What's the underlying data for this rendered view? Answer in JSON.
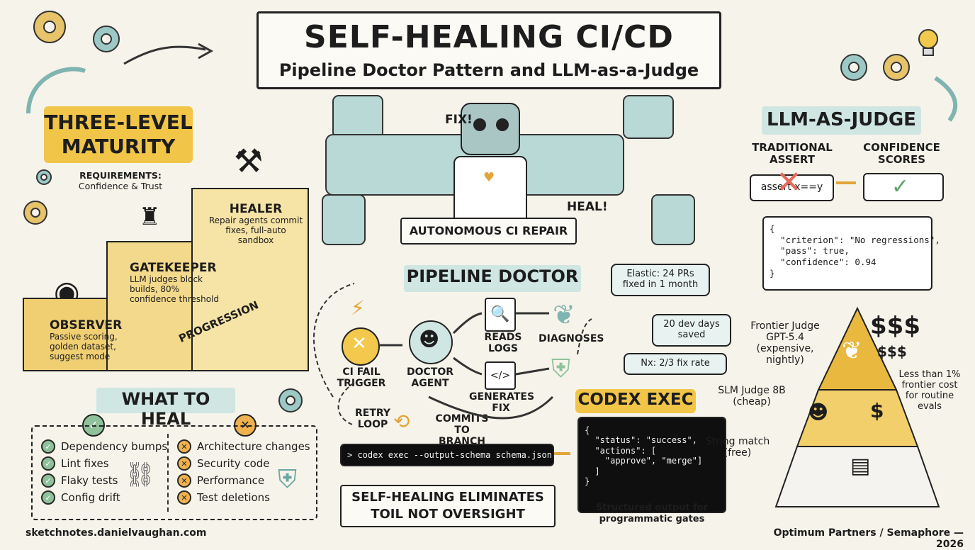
{
  "title": {
    "main": "SELF-HEALING CI/CD",
    "subtitle": "Pipeline Doctor Pattern and LLM-as-a-Judge"
  },
  "robot": {
    "fix": "FIX!",
    "heal": "HEAL!",
    "banner": "AUTONOMOUS CI REPAIR"
  },
  "maturity": {
    "title_line1": "THREE-LEVEL",
    "title_line2": "MATURITY",
    "requirements_title": "REQUIREMENTS:",
    "requirements_text": "Confidence & Trust",
    "progression": "PROGRESSION",
    "healer": {
      "title": "HEALER",
      "text": "Repair agents commit fixes, full-auto sandbox"
    },
    "gatekeeper": {
      "title": "GATEKEEPER",
      "text": "LLM judges block builds, 80% confidence threshold"
    },
    "observer": {
      "title": "OBSERVER",
      "text": "Passive scoring, golden dataset, suggest mode"
    }
  },
  "heal": {
    "title": "WHAT TO HEAL",
    "good": [
      "Dependency bumps",
      "Lint fixes",
      "Flaky tests",
      "Config drift"
    ],
    "bad": [
      "Architecture changes",
      "Security code",
      "Performance",
      "Test deletions"
    ],
    "good_icon": "check-icon",
    "bad_icon": "x-icon"
  },
  "doctor": {
    "title": "PIPELINE DOCTOR",
    "ci_fail": "CI FAIL TRIGGER",
    "agent": "DOCTOR AGENT",
    "reads": "READS LOGS",
    "diagnoses": "DIAGNOSES",
    "generates": "GENERATES FIX",
    "commits": "COMMITS TO BRANCH",
    "retry": "RETRY LOOP"
  },
  "stats": {
    "elastic": "Elastic: 24 PRs fixed in 1 month",
    "saved": "20 dev days saved",
    "nx": "Nx: 2/3 fix rate"
  },
  "codex": {
    "title": "CODEX EXEC",
    "command": "> codex exec --output-schema schema.json",
    "output_lines": [
      "{",
      "  \"status\": \"success\",",
      "  \"actions\": [",
      "    \"approve\", \"merge\"]",
      "  ]",
      "}"
    ],
    "caption": "Structured output for programmatic gates"
  },
  "footer_banner": {
    "line1": "SELF-HEALING ELIMINATES",
    "line2": "TOIL NOT OVERSIGHT"
  },
  "judge": {
    "title": "LLM-AS-JUDGE",
    "traditional": "TRADITIONAL ASSERT",
    "assert_code": "assert x==y",
    "confidence": "CONFIDENCE SCORES",
    "json_lines": [
      "{",
      "  \"criterion\": \"No regressions\",",
      "  \"pass\": true,",
      "  \"confidence\": 0.94",
      "}"
    ],
    "frontier": "Frontier Judge GPT-5.4 (expensive, nightly)",
    "slm": "SLM Judge 8B (cheap)",
    "string": "String match (free)",
    "cost": "Less than 1% frontier cost for routine evals",
    "dollars_big": "$$$",
    "dollars_small": "$$$",
    "dollar_single": "$"
  },
  "footer": {
    "left": "sketchnotes.danielvaughan.com",
    "right": "Optimum Partners / Semaphore — 2026"
  },
  "colors": {
    "accent_yellow": "#f2c94c",
    "accent_teal": "#cfe6e3",
    "ok_green": "#8fc29b",
    "warn_orange": "#f0b24e"
  }
}
